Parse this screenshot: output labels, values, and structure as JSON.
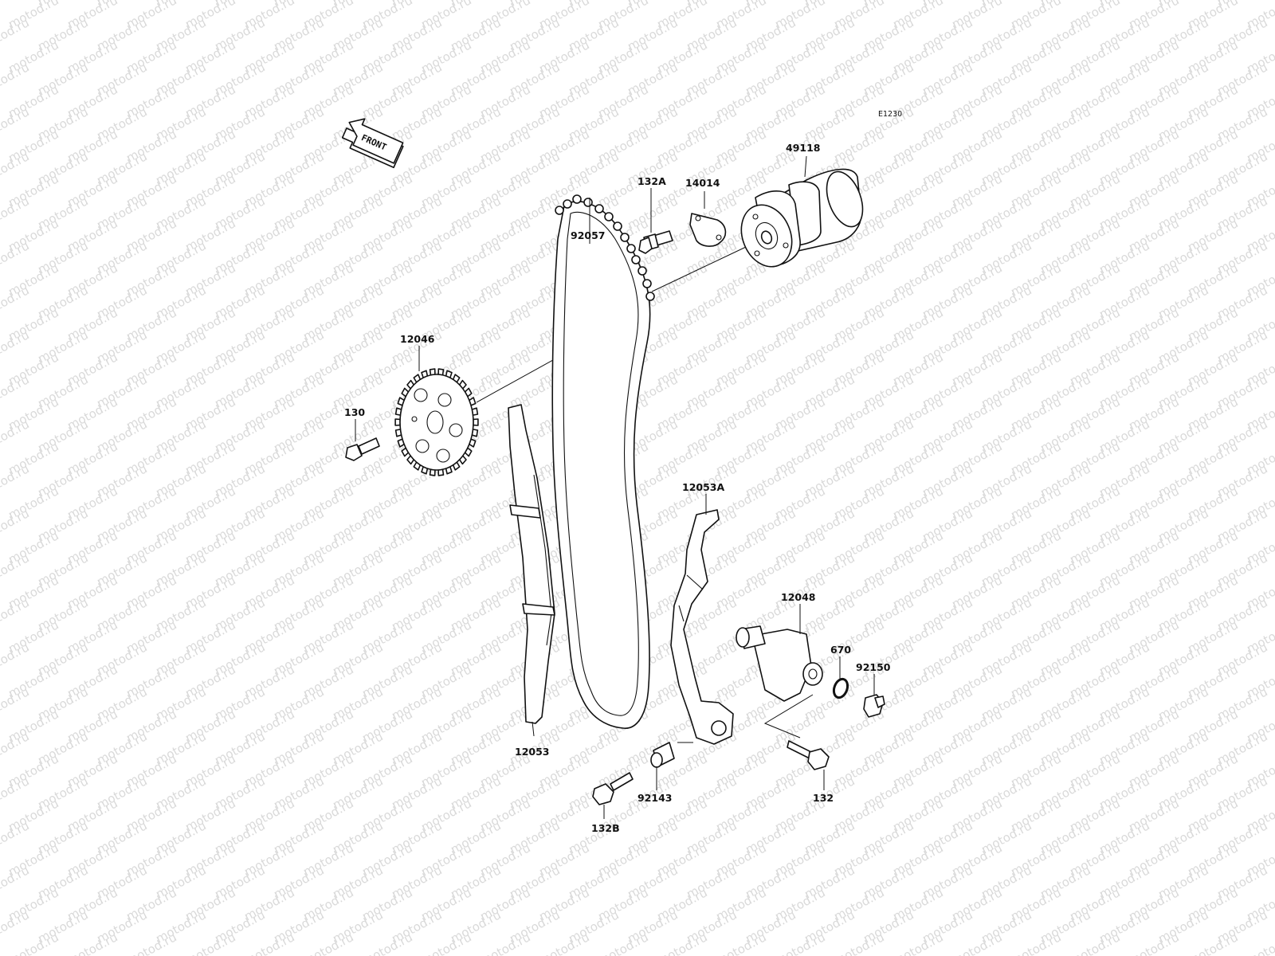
{
  "diagram_code": "E1230",
  "front_label": "FRONT",
  "watermark": "motod.ru",
  "part_labels": {
    "camshaft": "49118",
    "plate": "14014",
    "plate_bolt": "132A",
    "chain": "92057",
    "sprocket": "12046",
    "sprocket_bolt": "130",
    "tensioner_guide": "12053A",
    "tensioner": "12048",
    "oring": "670",
    "cap_bolt": "92150",
    "chain_guide": "12053",
    "collar": "92143",
    "guide_bolt": "132B",
    "tensioner_bolt": "132"
  }
}
